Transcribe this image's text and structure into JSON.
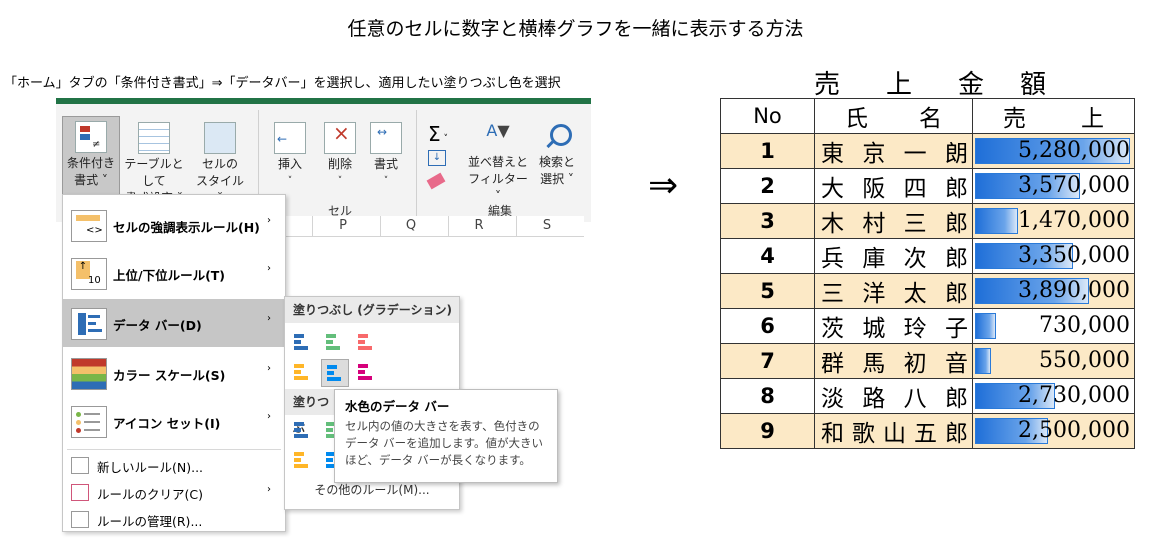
{
  "page_title": "任意のセルに数字と横棒グラフを一緒に表示する方法",
  "instruction": "「ホーム」タブの「条件付き書式」⇒「データバー」を選択し、適用したい塗りつぶし色を選択",
  "ribbon": {
    "conditional_format": [
      "条件付き",
      "書式 ˅"
    ],
    "format_as_table": [
      "テーブルとして",
      "書式設定 ˅"
    ],
    "cell_styles": [
      "セルの",
      "スタイル ˅"
    ],
    "insert": "挿入",
    "delete": "削除",
    "format": "書式",
    "cells_group": "セル",
    "sort_filter": [
      "並べ替えと",
      "フィルター ˅"
    ],
    "find_select": [
      "検索と",
      "選択 ˅"
    ],
    "editing_group": "編集"
  },
  "columns": [
    "P",
    "Q",
    "R",
    "S"
  ],
  "menu": {
    "items": [
      {
        "label": "セルの強調表示ルール(H)",
        "icon": "highlight-rules-icon"
      },
      {
        "label": "上位/下位ルール(T)",
        "icon": "top-bottom-icon"
      },
      {
        "label": "データ バー(D)",
        "icon": "data-bar-icon"
      },
      {
        "label": "カラー スケール(S)",
        "icon": "color-scale-icon"
      },
      {
        "label": "アイコン セット(I)",
        "icon": "icon-set-icon"
      }
    ],
    "small_items": [
      {
        "label": "新しいルール(N)..."
      },
      {
        "label": "ルールのクリア(C)"
      },
      {
        "label": "ルールの管理(R)..."
      }
    ],
    "arrow": "›"
  },
  "submenu": {
    "gradient_header": "塗りつぶし (グラデーション)",
    "solid_header": "塗りつぶ",
    "footer": "その他のルール(M)..."
  },
  "tooltip": {
    "title": "水色のデータ バー",
    "body": "セル内の値の大きさを表す、色付きのデータ バーを追加します。値が大きいほど、データ バーが長くなります。"
  },
  "arrow_symbol": "⇒",
  "table": {
    "title_chars": [
      "売",
      "上",
      "金",
      "額"
    ],
    "headers": {
      "no": "No",
      "name": [
        "氏",
        "名"
      ],
      "sales": [
        "売",
        "上"
      ]
    },
    "rows": [
      {
        "no": "1",
        "name": [
          "東",
          "京",
          "一",
          "朗"
        ],
        "sales": "5,280,000",
        "value": 5280000
      },
      {
        "no": "2",
        "name": [
          "大",
          "阪",
          "四",
          "郎"
        ],
        "sales": "3,570,000",
        "value": 3570000
      },
      {
        "no": "3",
        "name": [
          "木",
          "村",
          "三",
          "郎"
        ],
        "sales": "1,470,000",
        "value": 1470000
      },
      {
        "no": "4",
        "name": [
          "兵",
          "庫",
          "次",
          "郎"
        ],
        "sales": "3,350,000",
        "value": 3350000
      },
      {
        "no": "5",
        "name": [
          "三",
          "洋",
          "太",
          "郎"
        ],
        "sales": "3,890,000",
        "value": 3890000
      },
      {
        "no": "6",
        "name": [
          "茨",
          "城",
          "玲",
          "子"
        ],
        "sales": "730,000",
        "value": 730000
      },
      {
        "no": "7",
        "name": [
          "群",
          "馬",
          "初",
          "音"
        ],
        "sales": "550,000",
        "value": 550000
      },
      {
        "no": "8",
        "name": [
          "淡",
          "路",
          "八",
          "郎"
        ],
        "sales": "2,730,000",
        "value": 2730000
      },
      {
        "no": "9",
        "name": [
          "和",
          "歌",
          "山",
          "五",
          "郎"
        ],
        "sales": "2,500,000",
        "value": 2500000
      }
    ],
    "colors": {
      "odd_row": "#fce9c6",
      "bar": "#1f6fd8"
    }
  }
}
